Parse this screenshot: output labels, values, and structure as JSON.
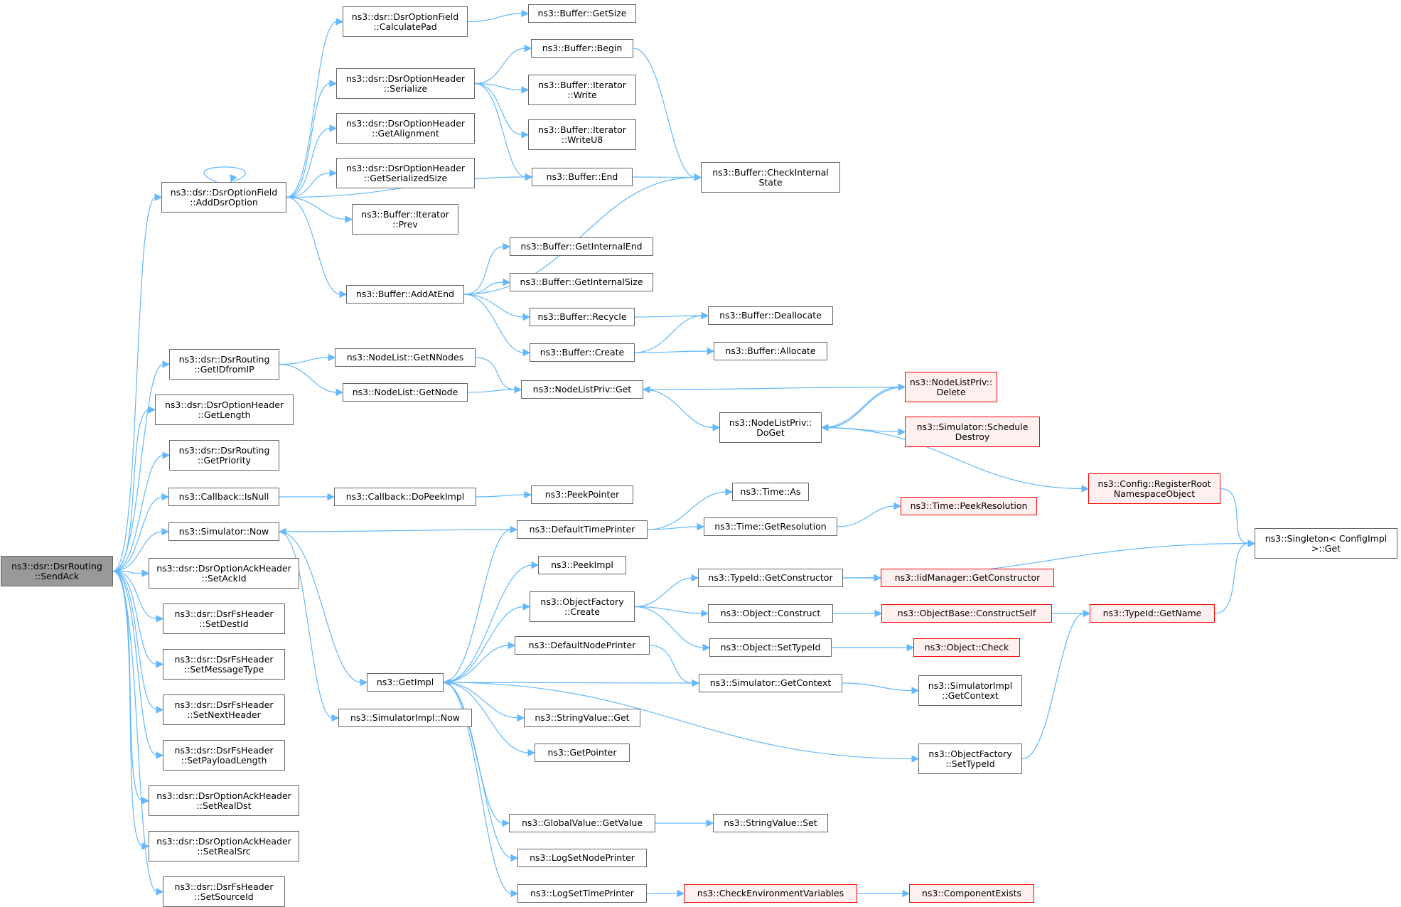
{
  "colors": {
    "edge": "#63b8ff",
    "node_border": "#666666",
    "root_fill": "#999999",
    "error_border": "#ff0000",
    "error_fill": "#fff0f0"
  },
  "nodes": [
    {
      "id": "sendack",
      "lines": [
        "ns3::dsr::DsrRouting",
        "::SendAck"
      ],
      "style": "root"
    },
    {
      "id": "addDsrOption",
      "lines": [
        "ns3::dsr::DsrOptionField",
        "::AddDsrOption"
      ]
    },
    {
      "id": "getIDfromIP",
      "lines": [
        "ns3::dsr::DsrRouting",
        "::GetIDfromIP"
      ]
    },
    {
      "id": "getLength",
      "lines": [
        "ns3::dsr::DsrOptionHeader",
        "::GetLength"
      ]
    },
    {
      "id": "getPriority",
      "lines": [
        "ns3::dsr::DsrRouting",
        "::GetPriority"
      ]
    },
    {
      "id": "isNull",
      "lines": [
        "ns3::Callback::IsNull"
      ]
    },
    {
      "id": "simNow",
      "lines": [
        "ns3::Simulator::Now"
      ]
    },
    {
      "id": "setAckId",
      "lines": [
        "ns3::dsr::DsrOptionAckHeader",
        "::SetAckId"
      ]
    },
    {
      "id": "setDestId",
      "lines": [
        "ns3::dsr::DsrFsHeader",
        "::SetDestId"
      ]
    },
    {
      "id": "setMessageType",
      "lines": [
        "ns3::dsr::DsrFsHeader",
        "::SetMessageType"
      ]
    },
    {
      "id": "setNextHeader",
      "lines": [
        "ns3::dsr::DsrFsHeader",
        "::SetNextHeader"
      ]
    },
    {
      "id": "setPayloadLength",
      "lines": [
        "ns3::dsr::DsrFsHeader",
        "::SetPayloadLength"
      ]
    },
    {
      "id": "setRealDst",
      "lines": [
        "ns3::dsr::DsrOptionAckHeader",
        "::SetRealDst"
      ]
    },
    {
      "id": "setRealSrc",
      "lines": [
        "ns3::dsr::DsrOptionAckHeader",
        "::SetRealSrc"
      ]
    },
    {
      "id": "setSourceId",
      "lines": [
        "ns3::dsr::DsrFsHeader",
        "::SetSourceId"
      ]
    },
    {
      "id": "calculatePad",
      "lines": [
        "ns3::dsr::DsrOptionField",
        "::CalculatePad"
      ]
    },
    {
      "id": "serialize",
      "lines": [
        "ns3::dsr::DsrOptionHeader",
        "::Serialize"
      ]
    },
    {
      "id": "getAlignment",
      "lines": [
        "ns3::dsr::DsrOptionHeader",
        "::GetAlignment"
      ]
    },
    {
      "id": "getSerializedSize",
      "lines": [
        "ns3::dsr::DsrOptionHeader",
        "::GetSerializedSize"
      ]
    },
    {
      "id": "iterPrev",
      "lines": [
        "ns3::Buffer::Iterator",
        "::Prev"
      ]
    },
    {
      "id": "addAtEnd",
      "lines": [
        "ns3::Buffer::AddAtEnd"
      ]
    },
    {
      "id": "nlGetNNodes",
      "lines": [
        "ns3::NodeList::GetNNodes"
      ]
    },
    {
      "id": "nlGetNode",
      "lines": [
        "ns3::NodeList::GetNode"
      ]
    },
    {
      "id": "doPeekImpl",
      "lines": [
        "ns3::Callback::DoPeekImpl"
      ]
    },
    {
      "id": "getImpl",
      "lines": [
        "ns3::GetImpl"
      ]
    },
    {
      "id": "simImplNow",
      "lines": [
        "ns3::SimulatorImpl::Now"
      ]
    },
    {
      "id": "bufGetSize",
      "lines": [
        "ns3::Buffer::GetSize"
      ]
    },
    {
      "id": "bufBegin",
      "lines": [
        "ns3::Buffer::Begin"
      ]
    },
    {
      "id": "iterWrite",
      "lines": [
        "ns3::Buffer::Iterator",
        "::Write"
      ]
    },
    {
      "id": "iterWriteU8",
      "lines": [
        "ns3::Buffer::Iterator",
        "::WriteU8"
      ]
    },
    {
      "id": "bufEnd",
      "lines": [
        "ns3::Buffer::End"
      ]
    },
    {
      "id": "getInternalEnd",
      "lines": [
        "ns3::Buffer::GetInternalEnd"
      ]
    },
    {
      "id": "getInternalSize",
      "lines": [
        "ns3::Buffer::GetInternalSize"
      ]
    },
    {
      "id": "bufRecycle",
      "lines": [
        "ns3::Buffer::Recycle"
      ]
    },
    {
      "id": "bufCreate",
      "lines": [
        "ns3::Buffer::Create"
      ]
    },
    {
      "id": "nlpGet",
      "lines": [
        "ns3::NodeListPriv::Get"
      ]
    },
    {
      "id": "peekPointer",
      "lines": [
        "ns3::PeekPointer"
      ]
    },
    {
      "id": "defaultTimePrinter",
      "lines": [
        "ns3::DefaultTimePrinter"
      ]
    },
    {
      "id": "peekImpl",
      "lines": [
        "ns3::PeekImpl"
      ]
    },
    {
      "id": "objFactoryCreate",
      "lines": [
        "ns3::ObjectFactory",
        "::Create"
      ]
    },
    {
      "id": "defaultNodePrinter",
      "lines": [
        "ns3::DefaultNodePrinter"
      ]
    },
    {
      "id": "strValueGet",
      "lines": [
        "ns3::StringValue::Get"
      ]
    },
    {
      "id": "getPointer",
      "lines": [
        "ns3::GetPointer"
      ]
    },
    {
      "id": "gvGetValue",
      "lines": [
        "ns3::GlobalValue::GetValue"
      ]
    },
    {
      "id": "logSetNodePrinter",
      "lines": [
        "ns3::LogSetNodePrinter"
      ]
    },
    {
      "id": "logSetTimePrinter",
      "lines": [
        "ns3::LogSetTimePrinter"
      ]
    },
    {
      "id": "checkInternalState",
      "lines": [
        "ns3::Buffer::CheckInternal",
        "State"
      ]
    },
    {
      "id": "bufDeallocate",
      "lines": [
        "ns3::Buffer::Deallocate"
      ]
    },
    {
      "id": "bufAllocate",
      "lines": [
        "ns3::Buffer::Allocate"
      ]
    },
    {
      "id": "nlpDoGet",
      "lines": [
        "ns3::NodeListPriv::",
        "DoGet"
      ]
    },
    {
      "id": "timeAs",
      "lines": [
        "ns3::Time::As"
      ]
    },
    {
      "id": "timeGetResolution",
      "lines": [
        "ns3::Time::GetResolution"
      ]
    },
    {
      "id": "typeIdGetConstructor",
      "lines": [
        "ns3::TypeId::GetConstructor"
      ]
    },
    {
      "id": "objConstruct",
      "lines": [
        "ns3::Object::Construct"
      ]
    },
    {
      "id": "objSetTypeId",
      "lines": [
        "ns3::Object::SetTypeId"
      ]
    },
    {
      "id": "simGetContext",
      "lines": [
        "ns3::Simulator::GetContext"
      ]
    },
    {
      "id": "strValueSet",
      "lines": [
        "ns3::StringValue::Set"
      ]
    },
    {
      "id": "checkEnvVars",
      "lines": [
        "ns3::CheckEnvironmentVariables"
      ],
      "style": "red"
    },
    {
      "id": "nlpDelete",
      "lines": [
        "ns3::NodeListPriv::",
        "Delete"
      ],
      "style": "red"
    },
    {
      "id": "simScheduleDestroy",
      "lines": [
        "ns3::Simulator::Schedule",
        "Destroy"
      ],
      "style": "red"
    },
    {
      "id": "timePeekResolution",
      "lines": [
        "ns3::Time::PeekResolution"
      ],
      "style": "red"
    },
    {
      "id": "iidGetConstructor",
      "lines": [
        "ns3::IidManager::GetConstructor"
      ],
      "style": "red"
    },
    {
      "id": "objBaseConstructSelf",
      "lines": [
        "ns3::ObjectBase::ConstructSelf"
      ],
      "style": "red"
    },
    {
      "id": "objCheck",
      "lines": [
        "ns3::Object::Check"
      ],
      "style": "red"
    },
    {
      "id": "simImplGetContext",
      "lines": [
        "ns3::SimulatorImpl",
        "::GetContext"
      ]
    },
    {
      "id": "objFactorySetTypeId",
      "lines": [
        "ns3::ObjectFactory",
        "::SetTypeId"
      ]
    },
    {
      "id": "componentExists",
      "lines": [
        "ns3::ComponentExists"
      ],
      "style": "red"
    },
    {
      "id": "configRegisterRoot",
      "lines": [
        "ns3::Config::RegisterRoot",
        "NamespaceObject"
      ],
      "style": "red"
    },
    {
      "id": "typeIdGetName",
      "lines": [
        "ns3::TypeId::GetName"
      ],
      "style": "red"
    },
    {
      "id": "singletonGet",
      "lines": [
        "ns3::Singleton< ConfigImpl",
        ">::Get"
      ]
    }
  ],
  "edges": [
    [
      "sendack",
      "addDsrOption"
    ],
    [
      "sendack",
      "getIDfromIP"
    ],
    [
      "sendack",
      "getLength"
    ],
    [
      "sendack",
      "getPriority"
    ],
    [
      "sendack",
      "isNull"
    ],
    [
      "sendack",
      "simNow"
    ],
    [
      "sendack",
      "setAckId"
    ],
    [
      "sendack",
      "setDestId"
    ],
    [
      "sendack",
      "setMessageType"
    ],
    [
      "sendack",
      "setNextHeader"
    ],
    [
      "sendack",
      "setPayloadLength"
    ],
    [
      "sendack",
      "setRealDst"
    ],
    [
      "sendack",
      "setRealSrc"
    ],
    [
      "sendack",
      "setSourceId"
    ],
    [
      "addDsrOption",
      "addDsrOption"
    ],
    [
      "addDsrOption",
      "calculatePad"
    ],
    [
      "addDsrOption",
      "serialize"
    ],
    [
      "addDsrOption",
      "getAlignment"
    ],
    [
      "addDsrOption",
      "getSerializedSize"
    ],
    [
      "addDsrOption",
      "iterPrev"
    ],
    [
      "addDsrOption",
      "bufEnd"
    ],
    [
      "addDsrOption",
      "addAtEnd"
    ],
    [
      "calculatePad",
      "bufGetSize"
    ],
    [
      "serialize",
      "bufBegin"
    ],
    [
      "serialize",
      "iterWrite"
    ],
    [
      "serialize",
      "iterWriteU8"
    ],
    [
      "serialize",
      "bufEnd"
    ],
    [
      "bufBegin",
      "checkInternalState"
    ],
    [
      "bufEnd",
      "checkInternalState"
    ],
    [
      "addAtEnd",
      "checkInternalState"
    ],
    [
      "addAtEnd",
      "getInternalEnd"
    ],
    [
      "addAtEnd",
      "getInternalSize"
    ],
    [
      "addAtEnd",
      "bufRecycle"
    ],
    [
      "addAtEnd",
      "bufCreate"
    ],
    [
      "bufRecycle",
      "bufDeallocate"
    ],
    [
      "bufCreate",
      "bufDeallocate"
    ],
    [
      "bufCreate",
      "bufAllocate"
    ],
    [
      "getIDfromIP",
      "nlGetNNodes"
    ],
    [
      "getIDfromIP",
      "nlGetNode"
    ],
    [
      "nlGetNNodes",
      "nlpGet"
    ],
    [
      "nlGetNode",
      "nlpGet"
    ],
    [
      "nlpGet",
      "nlpDoGet"
    ],
    [
      "nlpDelete",
      "nlpGet"
    ],
    [
      "nlpDelete",
      "nlpDoGet"
    ],
    [
      "nlpDoGet",
      "nlpDelete"
    ],
    [
      "nlpDoGet",
      "simScheduleDestroy"
    ],
    [
      "nlpDoGet",
      "configRegisterRoot"
    ],
    [
      "configRegisterRoot",
      "singletonGet"
    ],
    [
      "isNull",
      "doPeekImpl"
    ],
    [
      "doPeekImpl",
      "peekPointer"
    ],
    [
      "simNow",
      "getImpl"
    ],
    [
      "simNow",
      "simImplNow"
    ],
    [
      "defaultTimePrinter",
      "simNow"
    ],
    [
      "defaultTimePrinter",
      "timeAs"
    ],
    [
      "defaultTimePrinter",
      "timeGetResolution"
    ],
    [
      "timeGetResolution",
      "timePeekResolution"
    ],
    [
      "getImpl",
      "defaultTimePrinter"
    ],
    [
      "getImpl",
      "peekImpl"
    ],
    [
      "getImpl",
      "objFactoryCreate"
    ],
    [
      "getImpl",
      "defaultNodePrinter"
    ],
    [
      "getImpl",
      "strValueGet"
    ],
    [
      "getImpl",
      "getPointer"
    ],
    [
      "getImpl",
      "objFactorySetTypeId"
    ],
    [
      "getImpl",
      "gvGetValue"
    ],
    [
      "getImpl",
      "logSetNodePrinter"
    ],
    [
      "getImpl",
      "logSetTimePrinter"
    ],
    [
      "simGetContext",
      "getImpl"
    ],
    [
      "simGetContext",
      "simImplGetContext"
    ],
    [
      "objFactoryCreate",
      "typeIdGetConstructor"
    ],
    [
      "objFactoryCreate",
      "objConstruct"
    ],
    [
      "objFactoryCreate",
      "objSetTypeId"
    ],
    [
      "typeIdGetConstructor",
      "iidGetConstructor"
    ],
    [
      "typeIdGetConstructor",
      "singletonGet"
    ],
    [
      "objConstruct",
      "objBaseConstructSelf"
    ],
    [
      "objBaseConstructSelf",
      "typeIdGetName"
    ],
    [
      "typeIdGetName",
      "singletonGet"
    ],
    [
      "objSetTypeId",
      "objCheck"
    ],
    [
      "defaultNodePrinter",
      "simGetContext"
    ],
    [
      "objFactorySetTypeId",
      "typeIdGetName"
    ],
    [
      "gvGetValue",
      "strValueSet"
    ],
    [
      "logSetTimePrinter",
      "checkEnvVars"
    ],
    [
      "checkEnvVars",
      "componentExists"
    ]
  ]
}
